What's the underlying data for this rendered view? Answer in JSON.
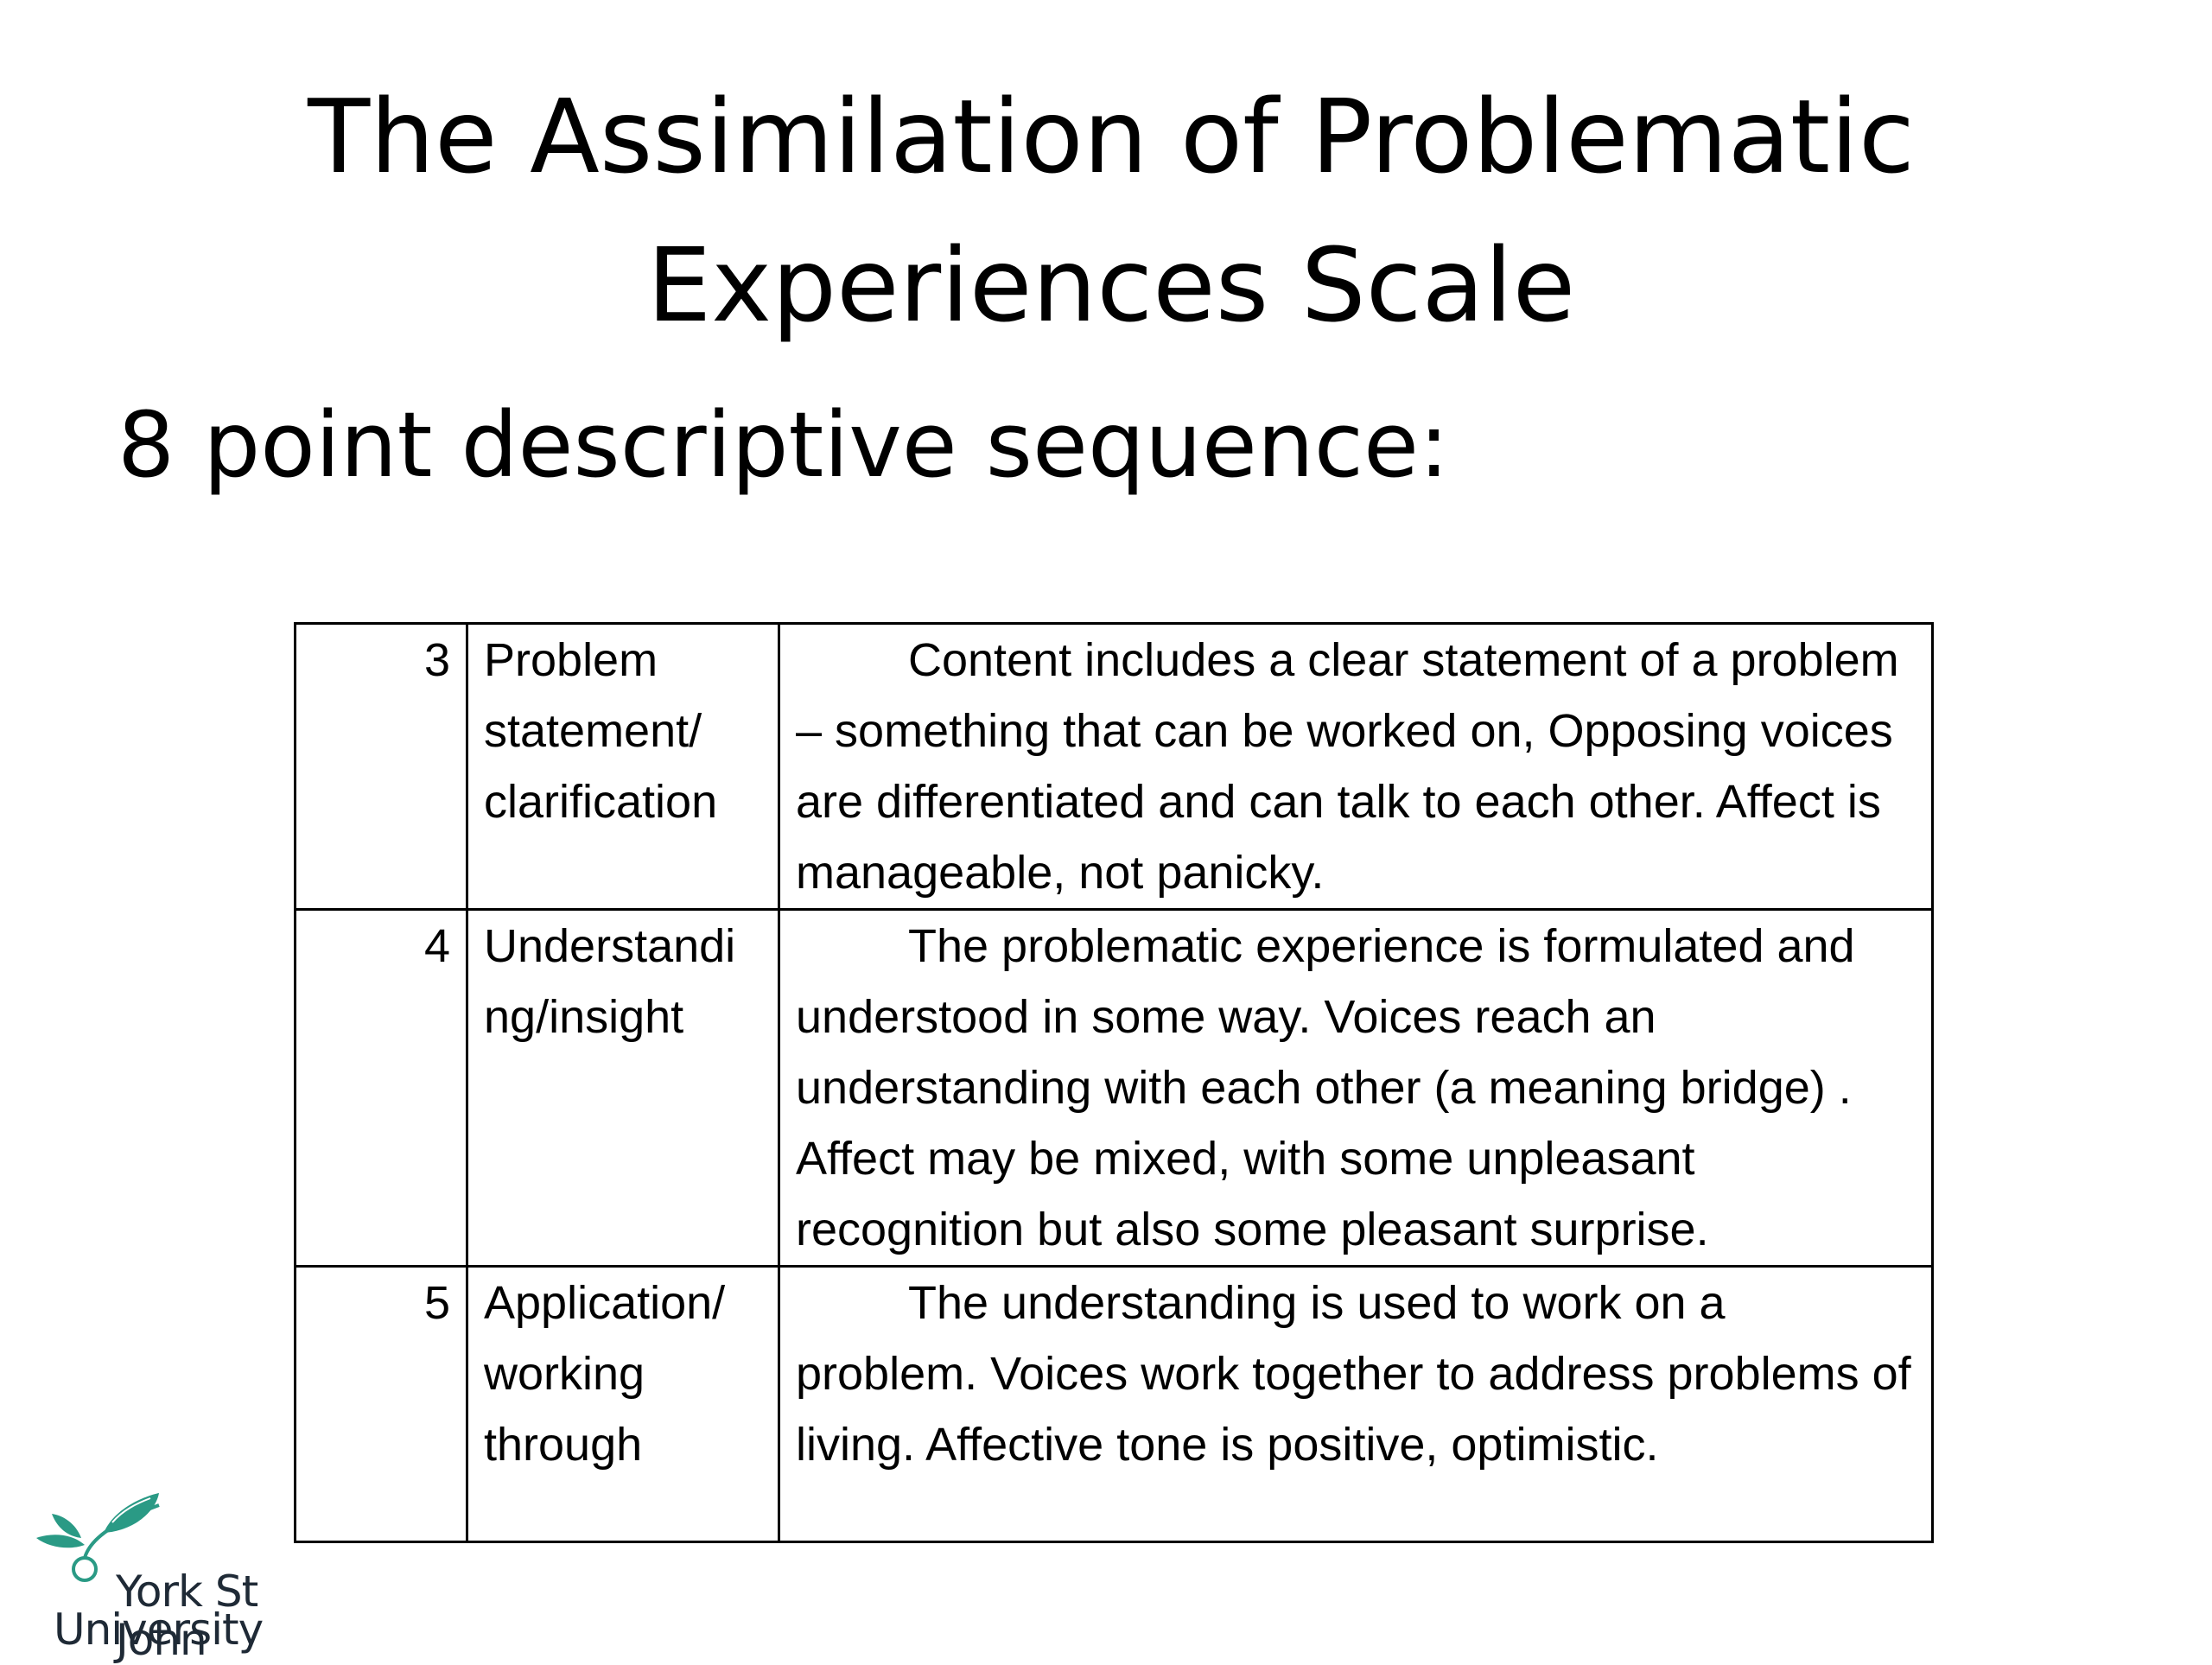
{
  "slide": {
    "title_line1": "The Assimilation of Problematic",
    "title_line2": "Experiences Scale",
    "subtitle": "8 point descriptive sequence:"
  },
  "table": {
    "rows": [
      {
        "number": "3",
        "stage": "Problem statement/ clarification",
        "description": "Content includes a clear statement of a problem – something that can be worked on, Opposing voices are differentiated and can talk to each other. Affect is manageable, not panicky."
      },
      {
        "number": "4",
        "stage": "Understandi ng/insight",
        "description": "The problematic experience is formulated and understood in some way. Voices reach an understanding with each other (a meaning bridge) . Affect may be mixed, with some unpleasant recognition but also some pleasant surprise."
      },
      {
        "number": "5",
        "stage": "Application/ working through",
        "description": "The understanding is used to work on a problem. Voices work together to address problems of living. Affective tone is positive, optimistic."
      }
    ]
  },
  "logo": {
    "line1": "York St John",
    "line2": "University",
    "icon": "leaf-sprig-icon",
    "accent_color": "#2a9a85",
    "text_color": "#1f2a36"
  }
}
